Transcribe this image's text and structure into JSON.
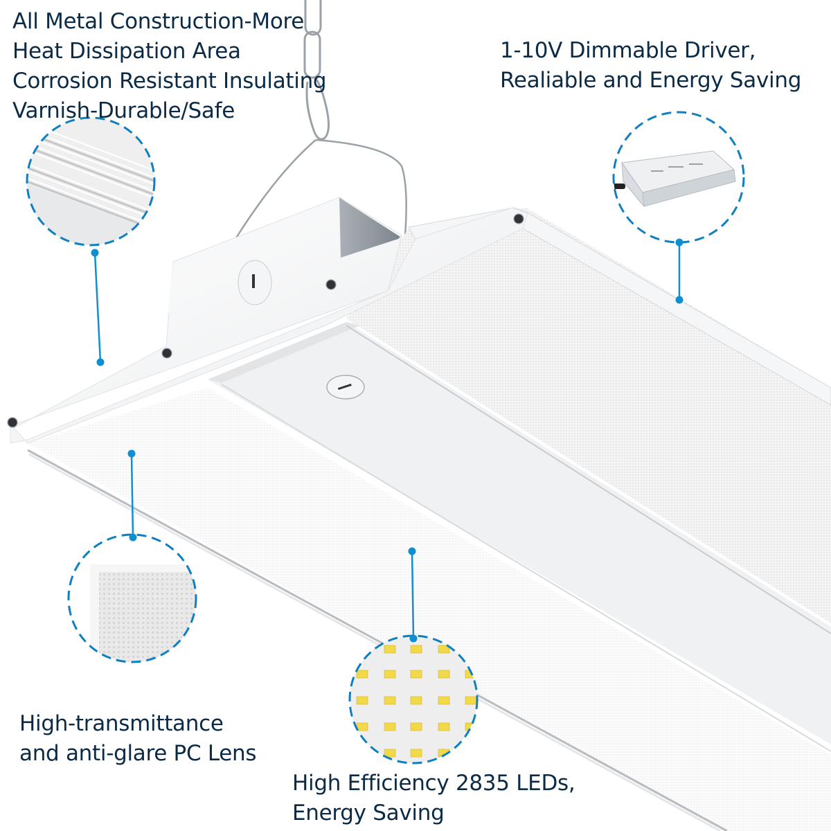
{
  "product": {
    "subject": "LED linear high bay light fixture, white metal housing, suspended by chain and wire hanger",
    "colors": {
      "callout_blue": "#0f8fd0",
      "text_dark": "#0b2a45",
      "housing_white": "#f3f4f5",
      "led_yellow": "#f2d94a"
    }
  },
  "callouts": [
    {
      "id": "metal-construction",
      "lines": [
        "All Metal Construction-More",
        "Heat Dissipation Area",
        "Corrosion Resistant Insulating",
        "Varnish-Durable/Safe"
      ],
      "detail_image": "heat-sink-fins"
    },
    {
      "id": "dimmable-driver",
      "lines": [
        "1-10V Dimmable Driver,",
        "Realiable and Energy Saving"
      ],
      "detail_image": "driver-box"
    },
    {
      "id": "pc-lens",
      "lines": [
        "High-transmittance",
        "and anti-glare PC Lens"
      ],
      "detail_image": "lens-corner"
    },
    {
      "id": "leds",
      "lines": [
        "High Efficiency 2835 LEDs,",
        "Energy Saving"
      ],
      "detail_image": "led-grid"
    }
  ]
}
